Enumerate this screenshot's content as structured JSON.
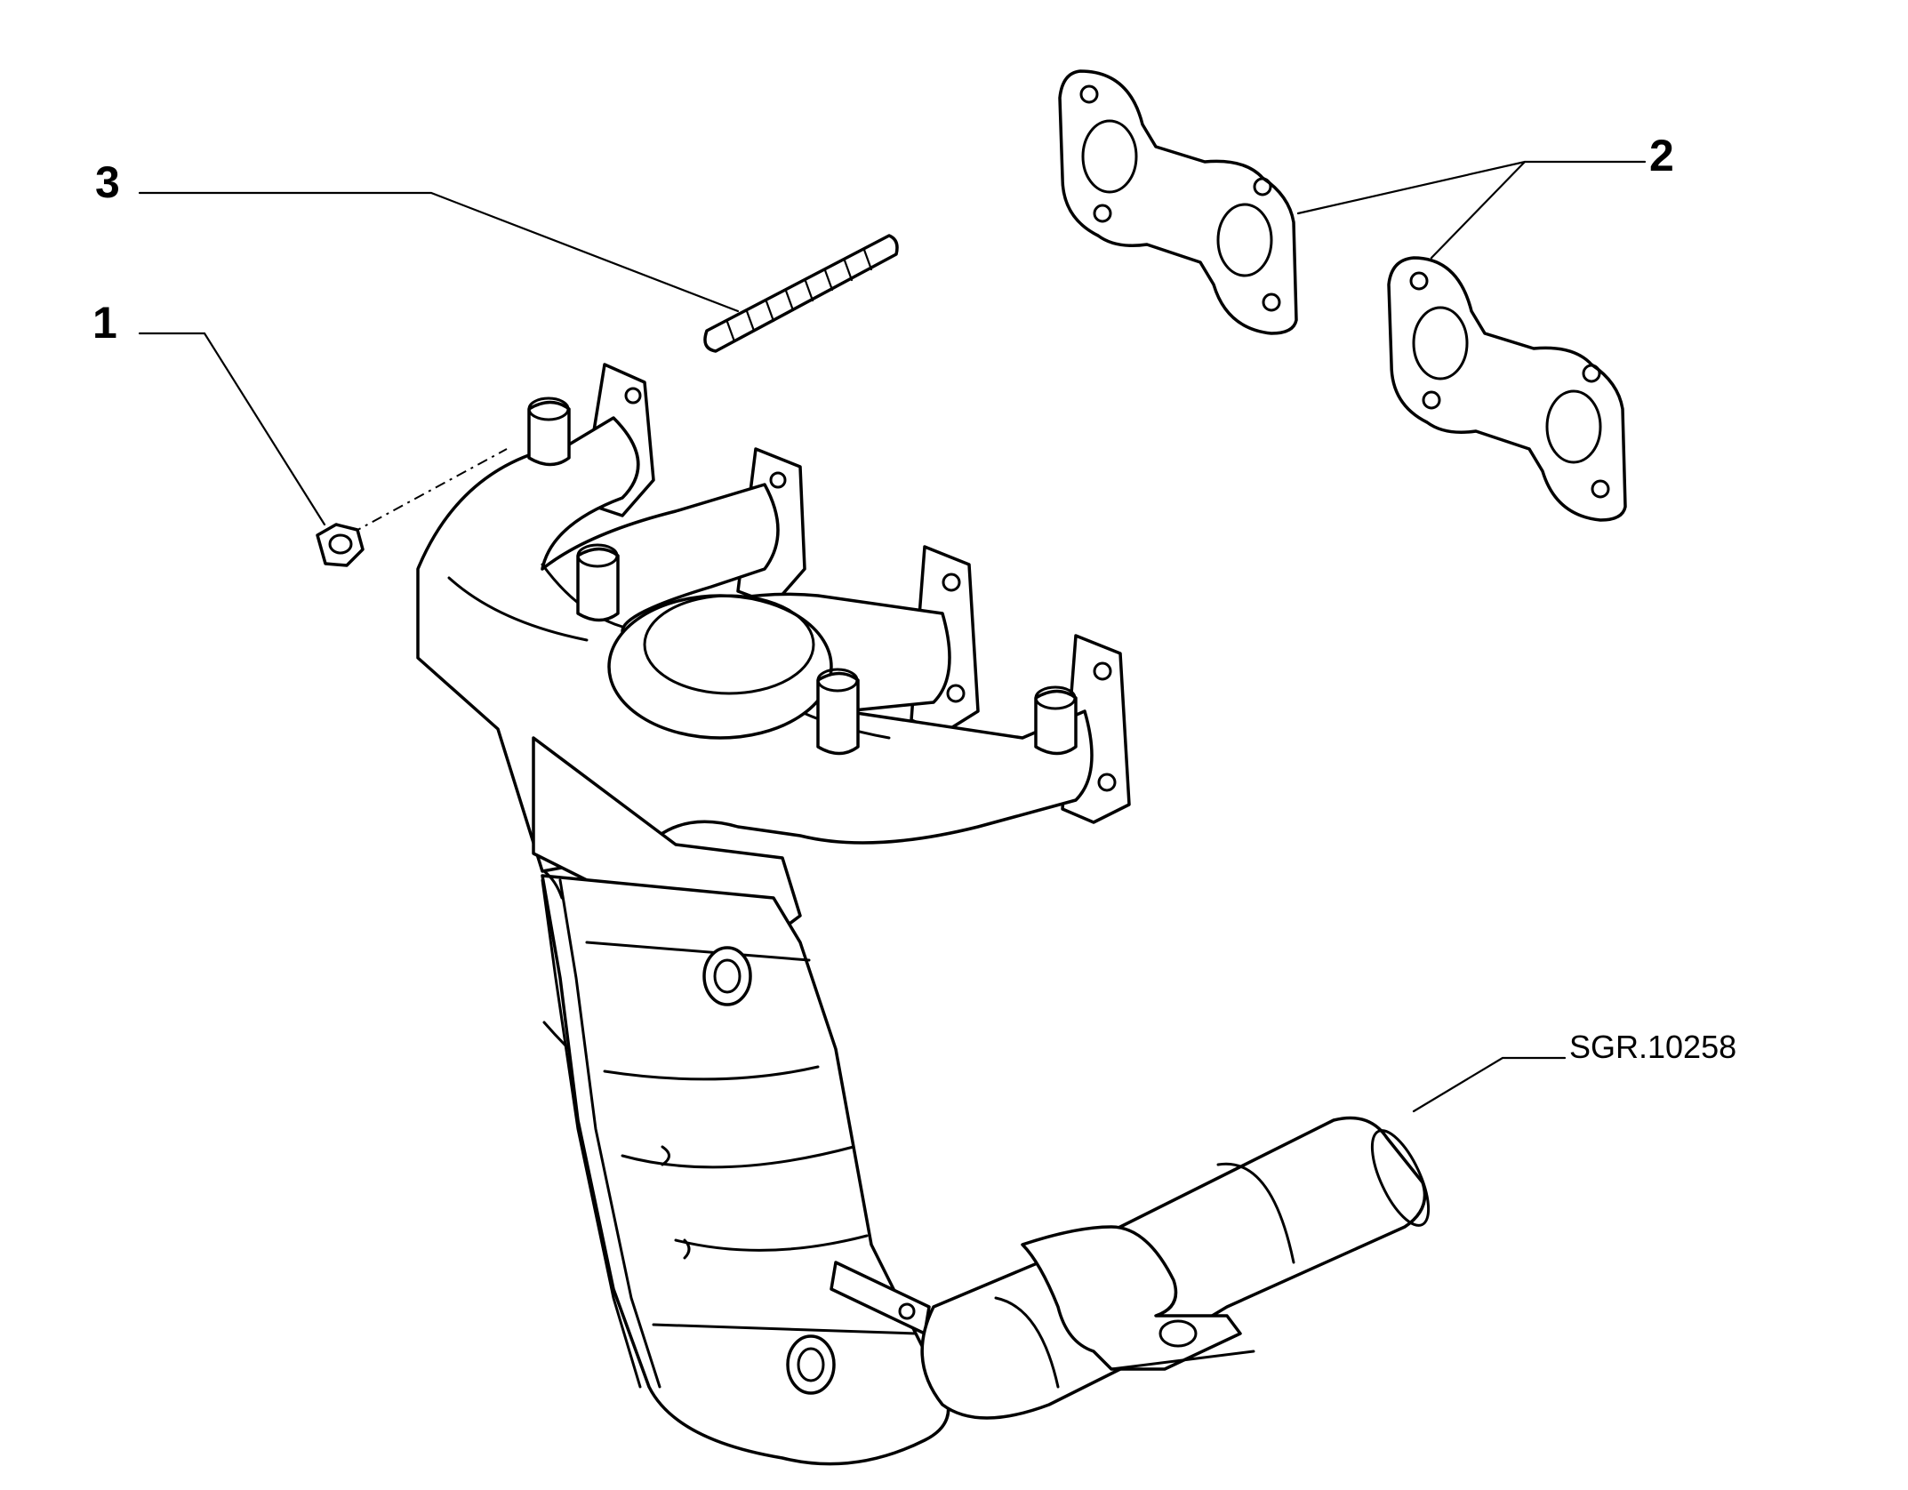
{
  "callouts": {
    "part_1": "1",
    "part_2": "2",
    "part_3": "3"
  },
  "reference_code": "SGR.10258"
}
